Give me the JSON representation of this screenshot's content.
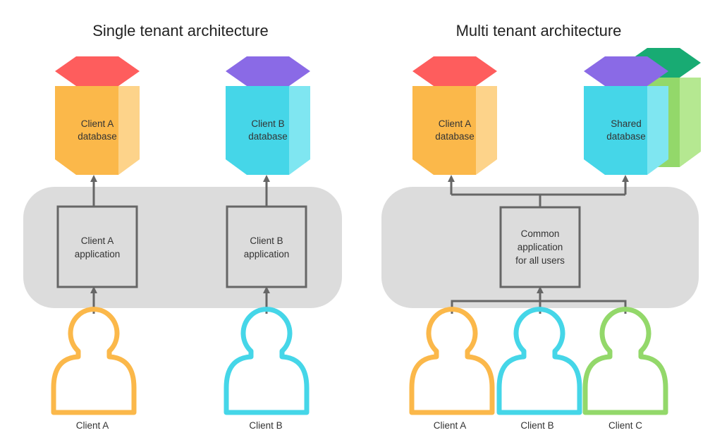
{
  "single": {
    "title": "Single tenant architecture",
    "db_a": {
      "line1": "Client A",
      "line2": "database"
    },
    "db_b": {
      "line1": "Client B",
      "line2": "database"
    },
    "app_a": {
      "line1": "Client A",
      "line2": "application"
    },
    "app_b": {
      "line1": "Client B",
      "line2": "application"
    },
    "client_a": "Client A",
    "client_b": "Client B"
  },
  "multi": {
    "title": "Multi tenant architecture",
    "db_a": {
      "line1": "Client A",
      "line2": "database"
    },
    "db_shared": {
      "line1": "Shared",
      "line2": "database"
    },
    "app": {
      "line1": "Common",
      "line2": "application",
      "line3": "for all users"
    },
    "client_a": "Client A",
    "client_b": "Client B",
    "client_c": "Client C"
  },
  "colors": {
    "orange_body": "#fbb84a",
    "orange_side": "#fdd38a",
    "red_top": "#fe5d5d",
    "cyan_body": "#45d6e8",
    "cyan_side": "#7fe6f1",
    "purple_top": "#8a6ae6",
    "green_body": "#93d86a",
    "green_side": "#b5e891",
    "green_top": "#18ab73",
    "panel": "#dcdcdc",
    "line": "#666666",
    "user_orange": "#fbb84a",
    "user_cyan": "#45d6e8",
    "user_green": "#93d86a"
  }
}
